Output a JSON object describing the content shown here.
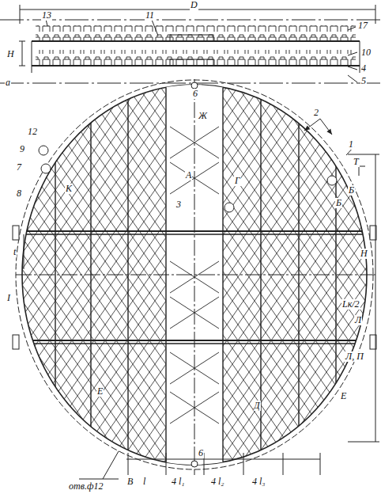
{
  "diagram": {
    "labels": [
      "D",
      "13",
      "11",
      "17",
      "10",
      "4",
      "5",
      "Н",
      "а",
      "6",
      "2",
      "1",
      "12",
      "9",
      "7",
      "8",
      "Ж",
      "А",
      "3",
      "Г",
      "Т",
      "Б",
      "К",
      "Б",
      "t",
      "Н",
      "I",
      "Л",
      "Л, П",
      "Lк/2",
      "Е",
      "Е",
      "Д",
      "6",
      "В",
      "l",
      "4 l₁",
      "4 l₂",
      "4 l₃",
      "отв.ф12"
    ]
  }
}
